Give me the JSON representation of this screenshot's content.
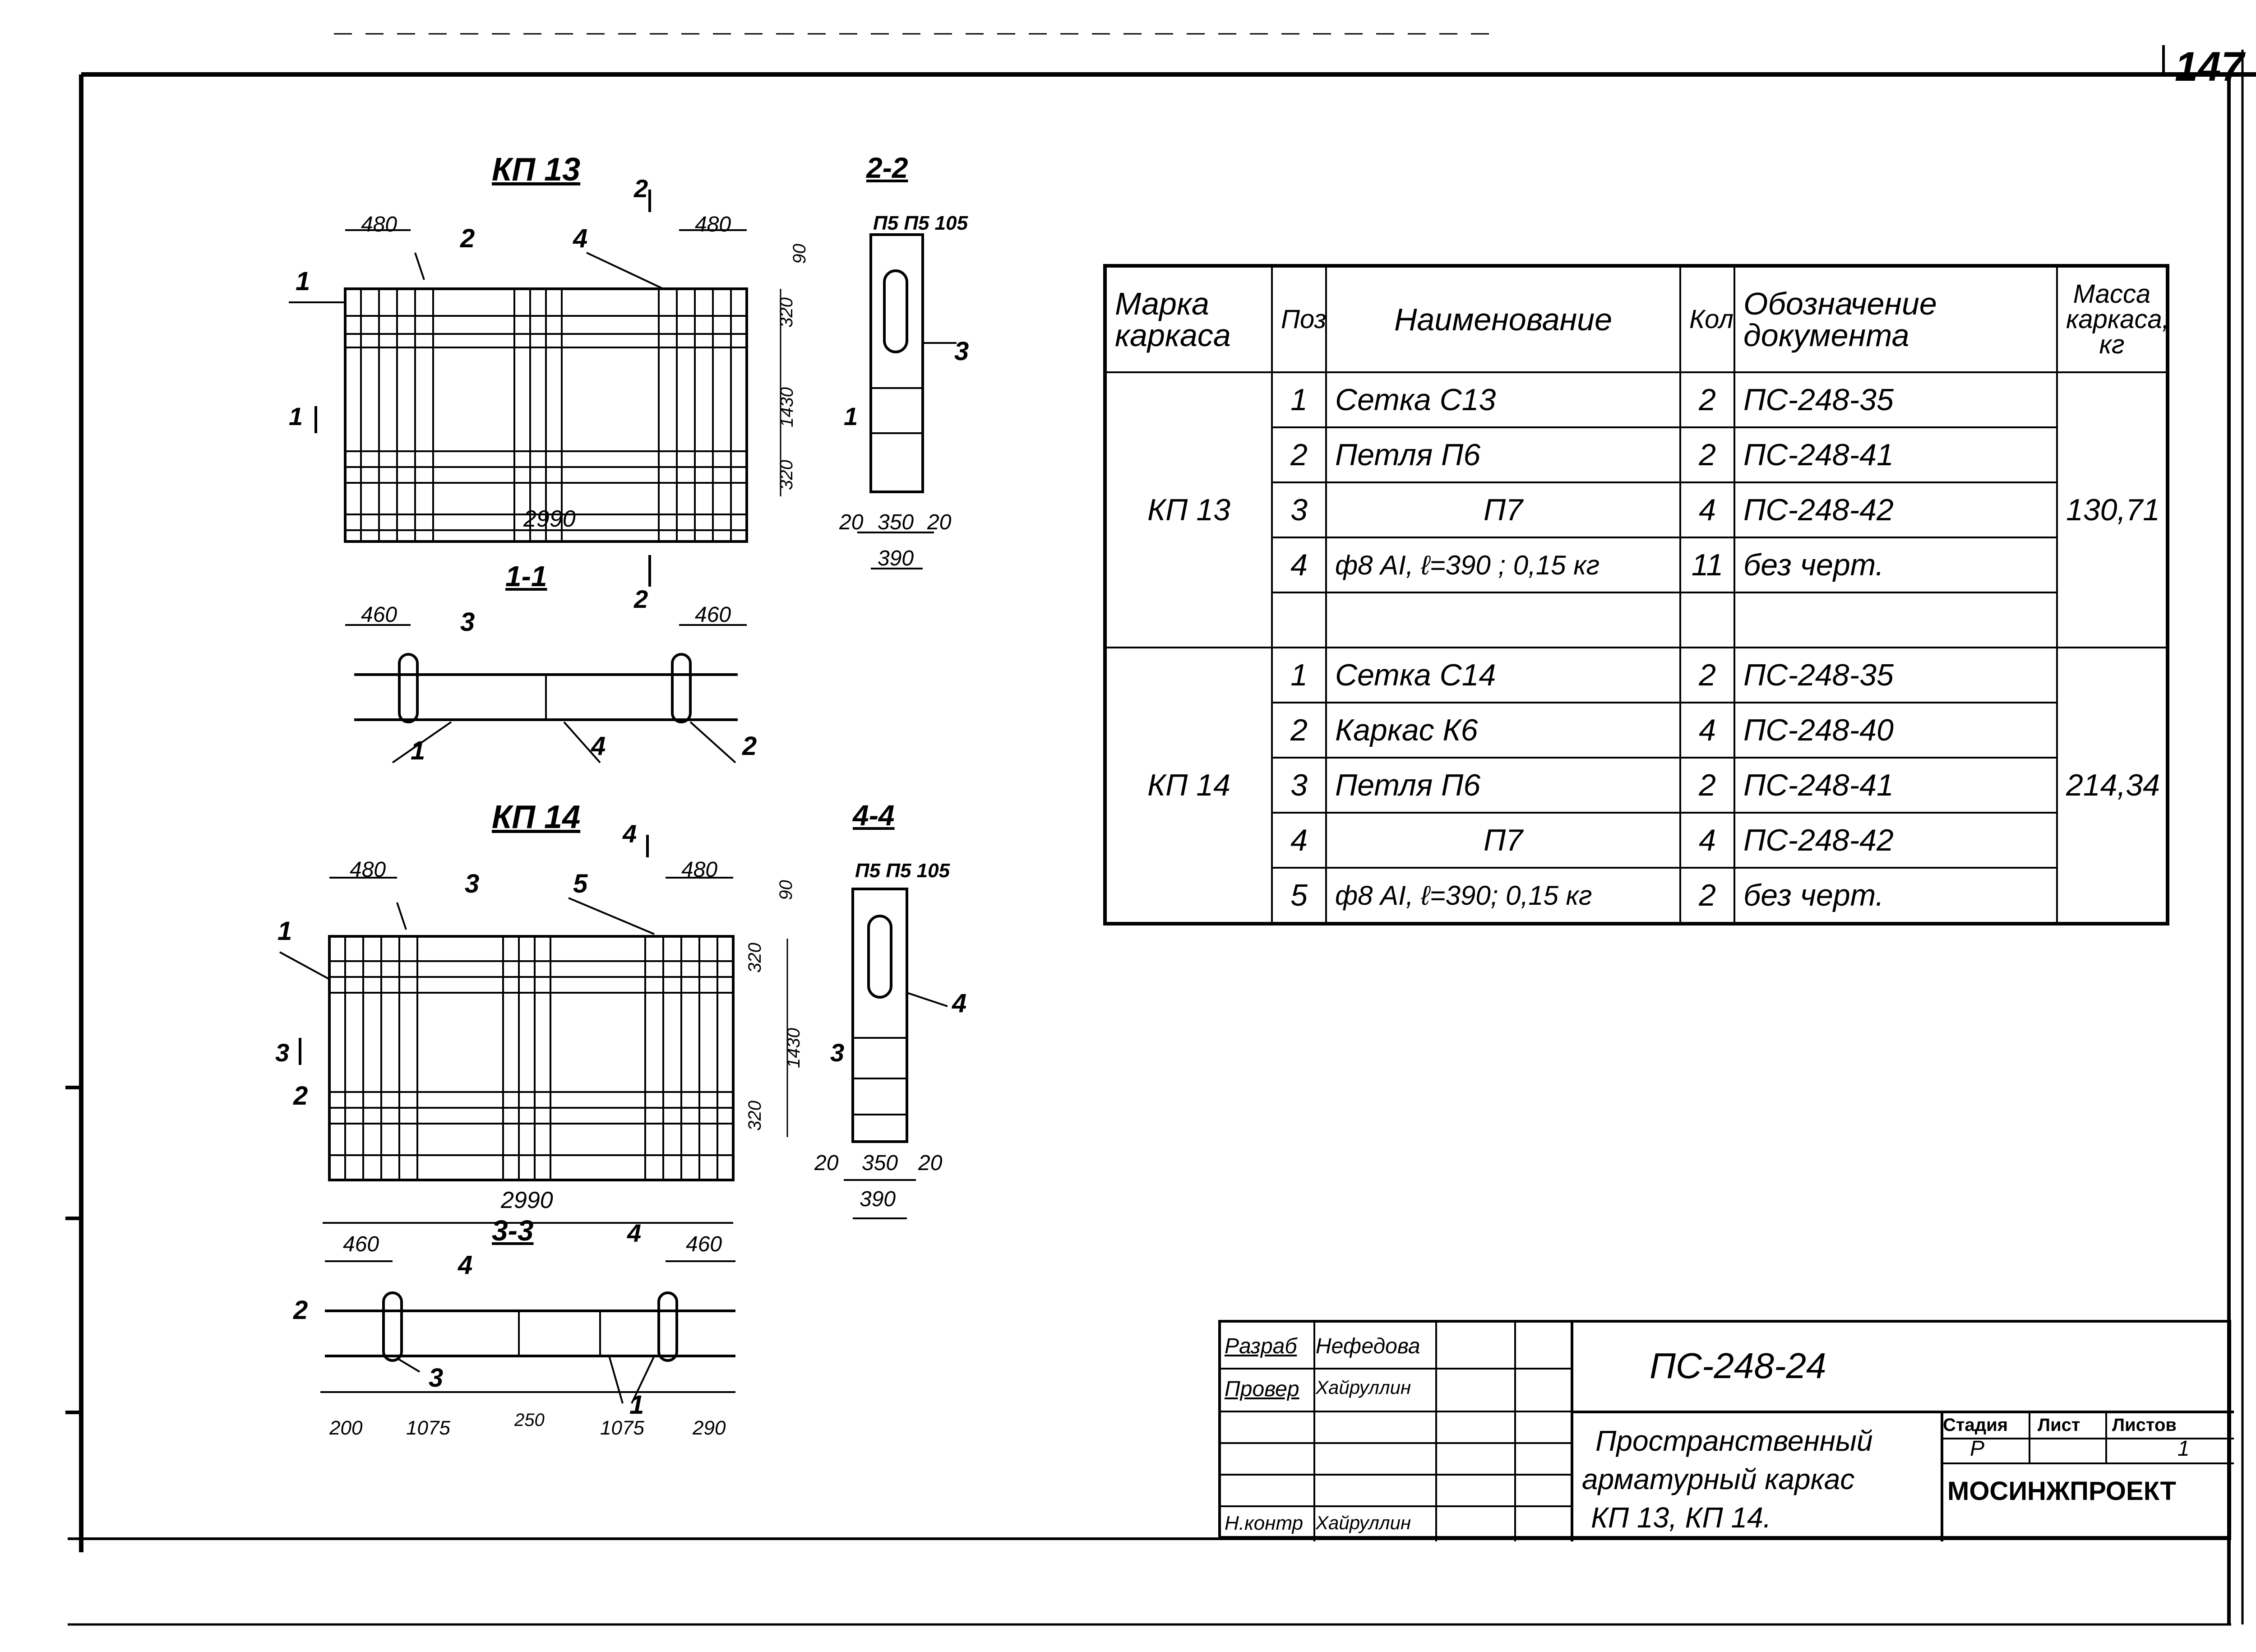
{
  "sheet_number": "147",
  "views": {
    "kp13": {
      "title": "КП 13",
      "section_2_2": "2-2",
      "section_1_1": "1-1",
      "mark_2": "2",
      "mark_1": "1",
      "dims": {
        "d480a": "480",
        "d480b": "480",
        "d2990": "2990",
        "d1430": "1430",
        "d90": "90",
        "d320a": "320",
        "d320b": "320",
        "d460a": "460",
        "d460b": "460",
        "d350": "350",
        "d20a": "20",
        "d20b": "20",
        "d390": "390"
      },
      "section_2_2_top": "П5 П5 105",
      "callouts": {
        "c1": "1",
        "c2": "2",
        "c3": "3",
        "c4": "4"
      }
    },
    "kp14": {
      "title": "КП 14",
      "section_4_4": "4-4",
      "section_3_3": "3-3",
      "mark_4": "4",
      "mark_3": "3",
      "dims": {
        "d480a": "480",
        "d480b": "480",
        "d2990": "2990",
        "d1430": "1430",
        "d90": "90",
        "d320a": "320",
        "d320b": "320",
        "d460a": "460",
        "d460b": "460",
        "d350": "350",
        "d20a": "20",
        "d20b": "20",
        "d390": "390",
        "d200": "200",
        "d1075a": "1075",
        "d250": "250",
        "d1075b": "1075",
        "d290": "290"
      },
      "section_4_4_top": "П5 П5 105",
      "callouts": {
        "c1": "1",
        "c2": "2",
        "c3": "3",
        "c4": "4",
        "c5": "5"
      }
    }
  },
  "table": {
    "headers": {
      "mark": "Марка каркаса",
      "pos": "Поз.",
      "name": "Наименование",
      "qty": "Кол",
      "doc": "Обозначение документа",
      "mass": "Масса каркаса, кг"
    },
    "groups": [
      {
        "mark": "КП 13",
        "mass": "130,71",
        "rows": [
          {
            "pos": "1",
            "name": "Сетка С13",
            "qty": "2",
            "doc": "ПС-248-35"
          },
          {
            "pos": "2",
            "name": "Петля П6",
            "qty": "2",
            "doc": "ПС-248-41"
          },
          {
            "pos": "3",
            "name": "П7",
            "qty": "4",
            "doc": "ПС-248-42"
          },
          {
            "pos": "4",
            "name": "ф8 АI, ℓ=390 ; 0,15 кг",
            "qty": "11",
            "doc": "без черт."
          },
          {
            "pos": "",
            "name": "",
            "qty": "",
            "doc": ""
          }
        ]
      },
      {
        "mark": "КП 14",
        "mass": "214,34",
        "rows": [
          {
            "pos": "1",
            "name": "Сетка С14",
            "qty": "2",
            "doc": "ПС-248-35"
          },
          {
            "pos": "2",
            "name": "Каркас К6",
            "qty": "4",
            "doc": "ПС-248-40"
          },
          {
            "pos": "3",
            "name": "Петля П6",
            "qty": "2",
            "doc": "ПС-248-41"
          },
          {
            "pos": "4",
            "name": "П7",
            "qty": "4",
            "doc": "ПС-248-42"
          },
          {
            "pos": "5",
            "name": "ф8 АI, ℓ=390; 0,15 кг",
            "qty": "2",
            "doc": "без черт."
          }
        ]
      }
    ]
  },
  "title_block": {
    "roles": [
      "Разраб",
      "Провер",
      "",
      "",
      "Н.контр"
    ],
    "names": [
      "Нефедова",
      "Хайруллин",
      "",
      "",
      "Хайруллин"
    ],
    "doc_code": "ПС-248-24",
    "description_lines": [
      "Пространственный",
      "арматурный каркас",
      "КП 13, КП 14."
    ],
    "stage_label": "Стадия",
    "sheet_label": "Лист",
    "sheets_label": "Листов",
    "stage_value": "Р",
    "sheet_value": "",
    "sheets_value": "1",
    "organization": "МОСИНЖПРОЕКТ"
  }
}
